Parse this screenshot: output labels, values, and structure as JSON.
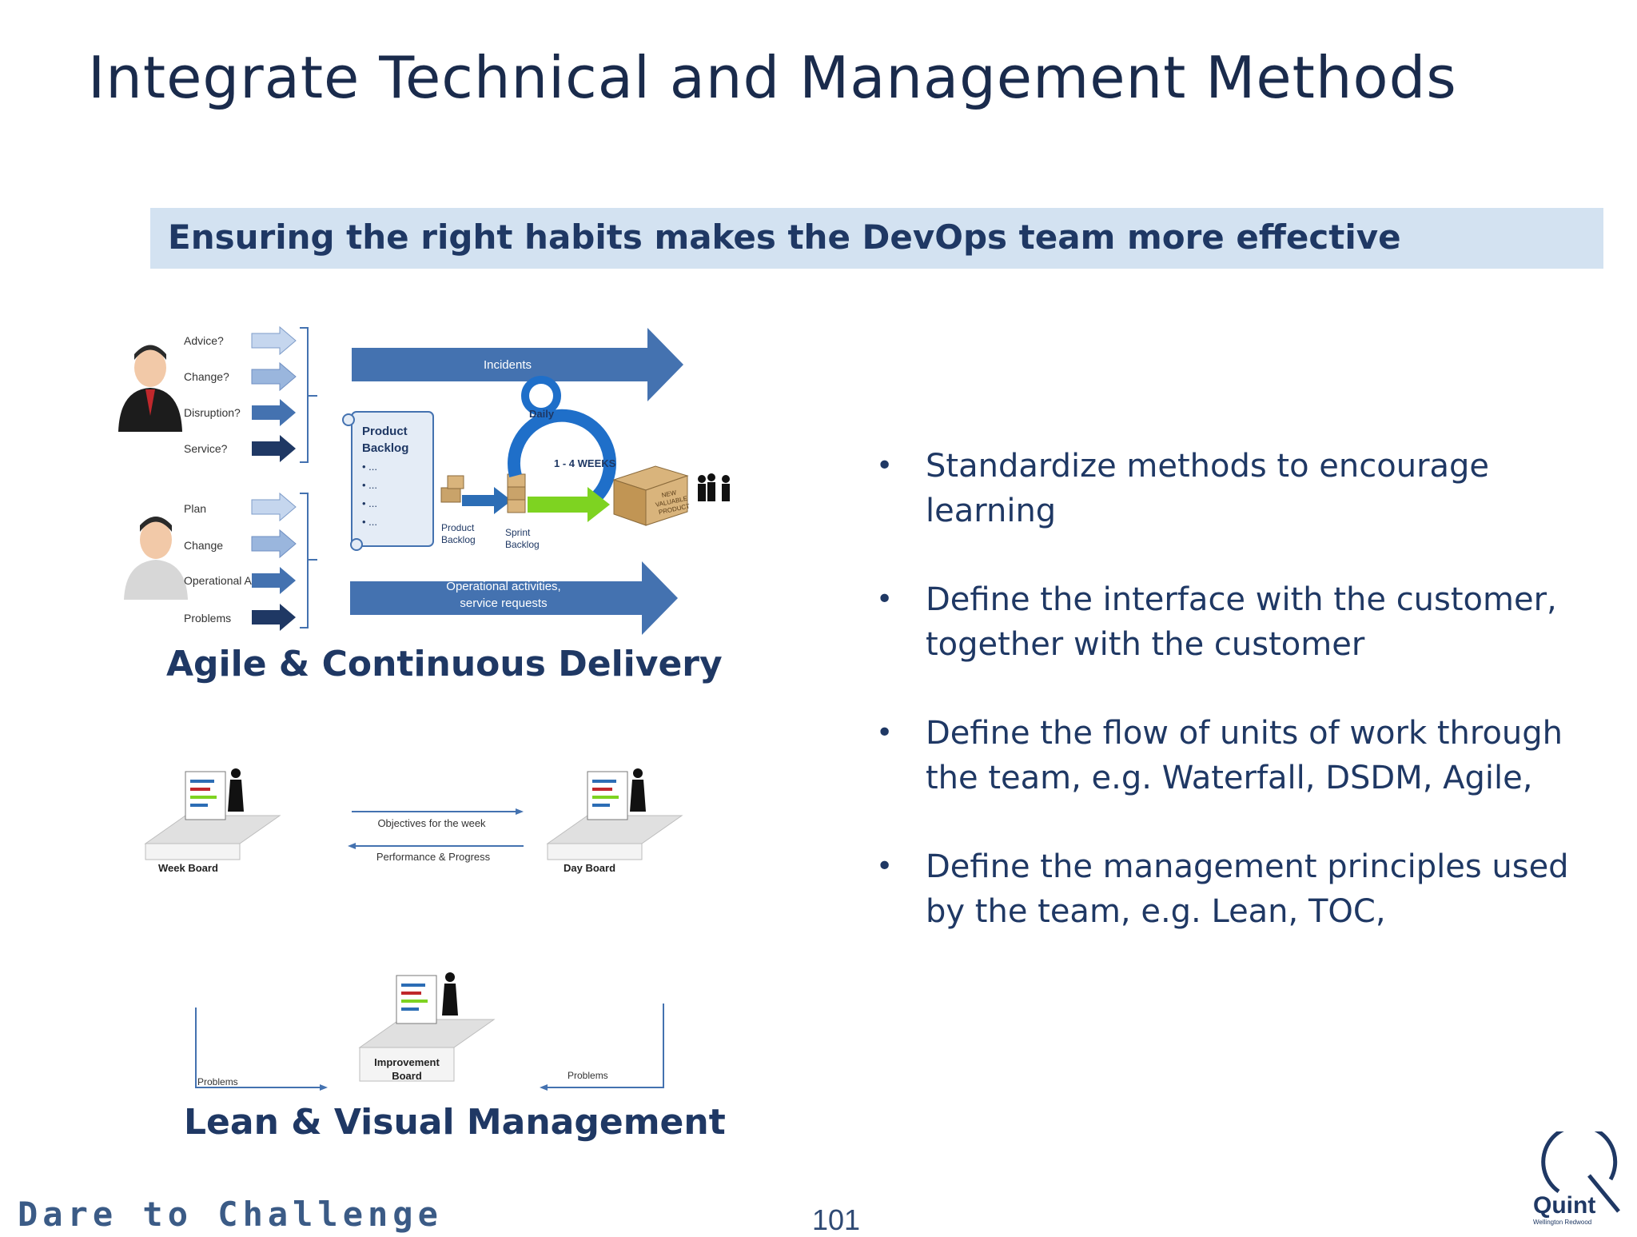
{
  "slide": {
    "title": "Integrate Technical and Management Methods",
    "banner": "Ensuring the right habits makes the DevOps team more effective",
    "bullets": [
      "Standardize methods to encourage learning",
      "Define the interface with the customer, together with the customer",
      "Define the flow of units of work through the team, e.g. Waterfall, DSDM, Agile,",
      "Define the management principles used by the team, e.g. Lean, TOC,"
    ],
    "footer": {
      "tagline": "Dare to Challenge",
      "page_number": "101",
      "logo_text": "Quint",
      "logo_subtext": "Wellington Redwood"
    }
  },
  "agile": {
    "caption": "Agile  & Continuous Delivery",
    "customer_requests": [
      "Advice?",
      "Change?",
      "Disruption?",
      "Service?"
    ],
    "team_inputs": [
      "Plan",
      "Change",
      "Operational Activities",
      "Problems"
    ],
    "incidents": "Incidents",
    "product_backlog_title": "Product Backlog",
    "backlog_items": [
      "...",
      "...",
      "...",
      "..."
    ],
    "product_backlog_label": "Product Backlog",
    "sprint_backlog_label": "Sprint Backlog",
    "daily": "Daily",
    "weeks": "1 - 4 WEEKS",
    "box_label": "NEW VALUABLE PRODUCT",
    "operational": "Operational activities, service requests"
  },
  "lean": {
    "caption": "Lean & Visual Management",
    "week_board": "Week Board",
    "day_board": "Day Board",
    "improvement_board": "Improvement Board",
    "objectives": "Objectives for the week",
    "performance": "Performance & Progress",
    "problems_left": "Problems",
    "problems_right": "Problems"
  },
  "colors": {
    "title": "#1a2b4c",
    "banner_bg": "#d3e2f1",
    "text": "#1f3864",
    "arrow_blue": "#4472b0",
    "arrow_light": "#9ab6dd",
    "arrow_dark": "#1f3864",
    "green": "#7ed321"
  }
}
